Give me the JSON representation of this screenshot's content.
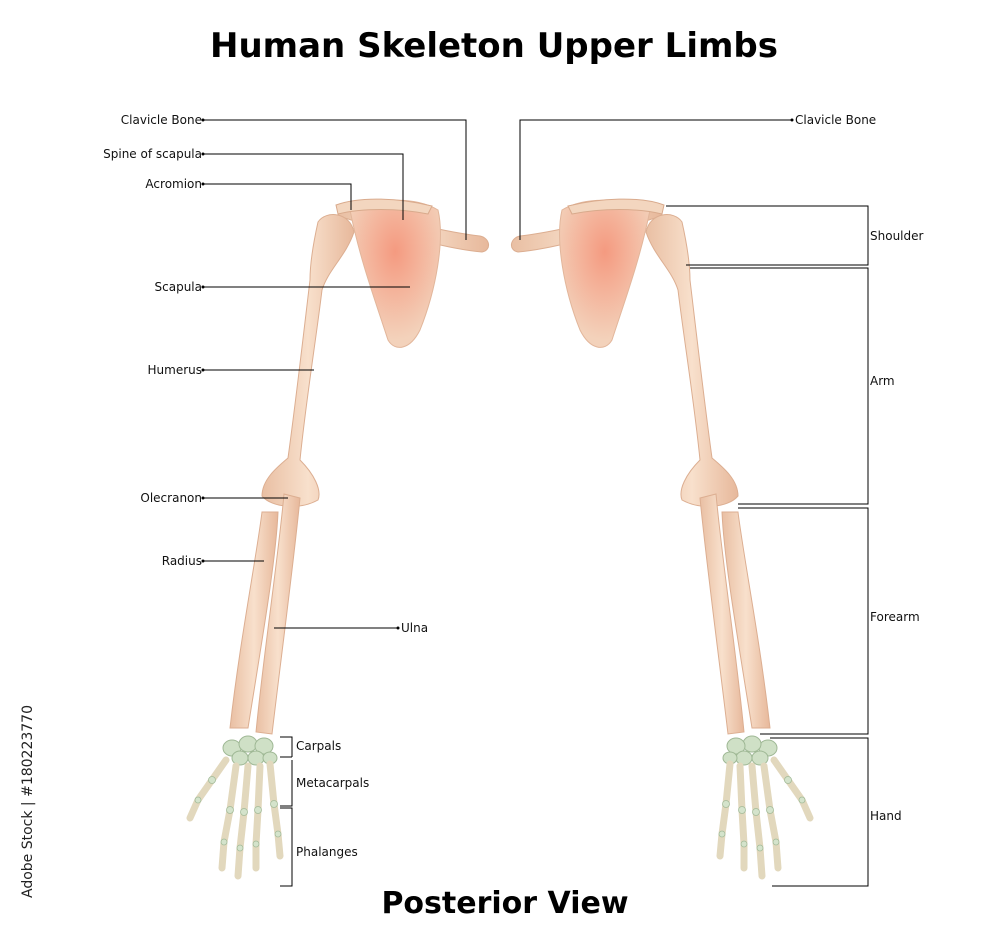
{
  "title": "Human Skeleton Upper Limbs",
  "subtitle": "Posterior View",
  "credit": "Adobe Stock | #180223770",
  "watermark": "Adobe Stock",
  "labels_left": {
    "clavicle": "Clavicle Bone",
    "spine_scapula": "Spine of scapula",
    "acromion": "Acromion",
    "scapula": "Scapula",
    "humerus": "Humerus",
    "olecranon": "Olecranon",
    "radius": "Radius",
    "ulna": "Ulna",
    "carpals": "Carpals",
    "metacarpals": "Metacarpals",
    "phalanges": "Phalanges"
  },
  "labels_right": {
    "clavicle": "Clavicle Bone",
    "shoulder": "Shoulder",
    "arm": "Arm",
    "forearm": "Forearm",
    "hand": "Hand"
  },
  "colors": {
    "bone": "#f5d6bd",
    "bone_shade": "#e8b596",
    "scapula_highlight": "#f49a80",
    "carpal": "#c8dcc0",
    "line": "#000000"
  }
}
